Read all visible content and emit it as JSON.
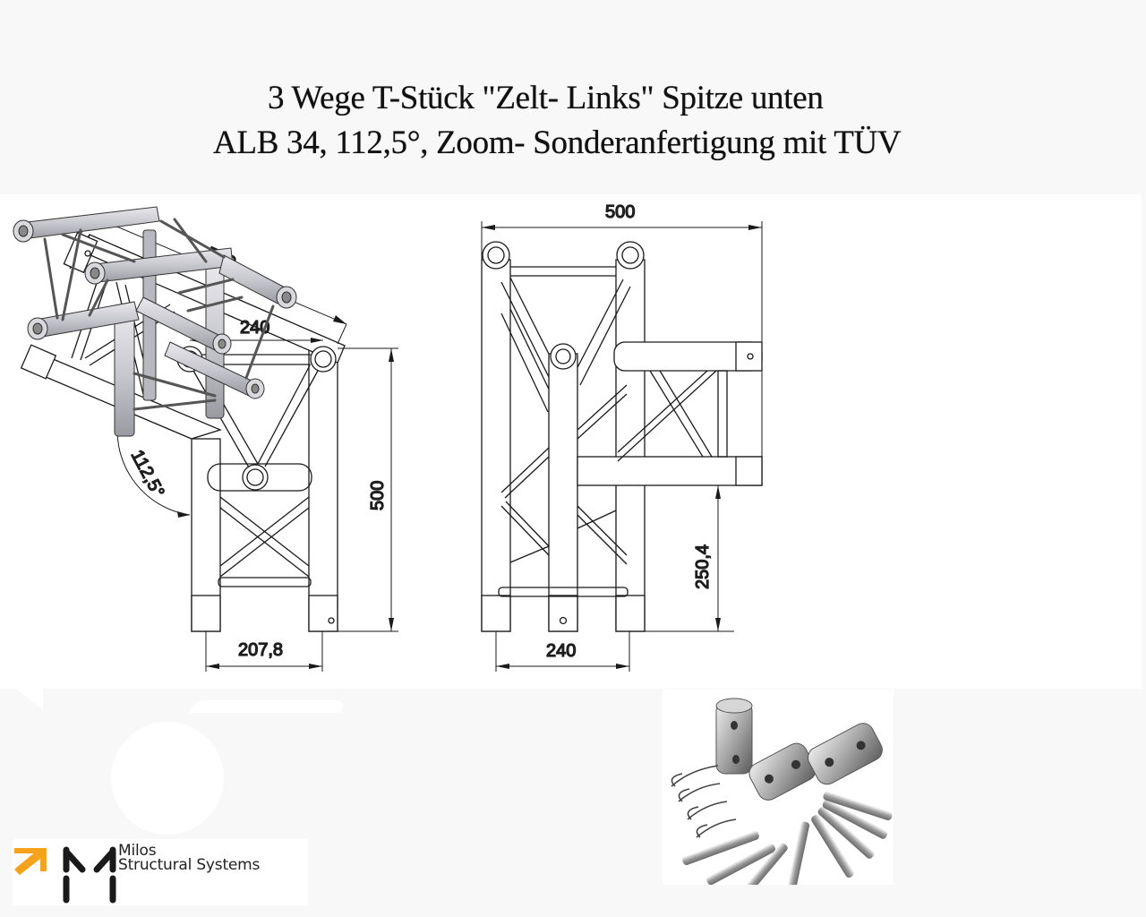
{
  "title": {
    "line1": "3 Wege T-Stück \"Zelt- Links\" Spitze unten",
    "line2": "ALB 34, 112,5°, Zoom- Sonderanfertigung mit TÜV"
  },
  "drawings": {
    "side_view": {
      "dim_top_length": "500",
      "dim_inner_width": "240",
      "dim_height": "500",
      "dim_angle": "112,5°",
      "dim_bottom_width": "207,8"
    },
    "front_view": {
      "dim_top_width": "500",
      "dim_branch_height": "250,4",
      "dim_bottom_width": "240"
    },
    "isometric_view": {
      "description": "3D render of 3-way truss T-piece"
    }
  },
  "accessories": {
    "description": "Connector set: conical couplers, spigot pins and R-clips"
  },
  "logo": {
    "line1": "Milos",
    "line2": "Structural Systems",
    "accent_color": "#f5a31a",
    "mark_color": "#1a1a1a"
  },
  "colors": {
    "background": "#f8f8f8",
    "panel": "#ffffff",
    "line": "#1a1a1a",
    "text": "#111111"
  }
}
